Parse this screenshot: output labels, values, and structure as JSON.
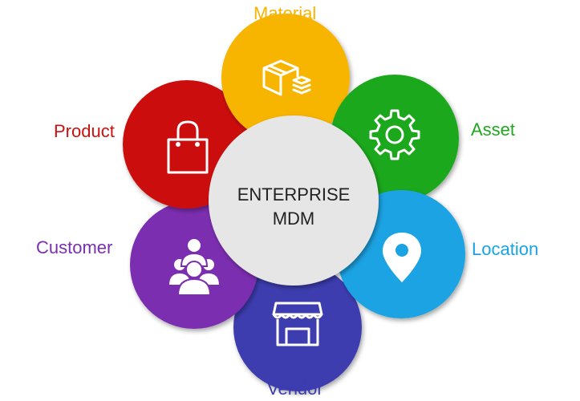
{
  "center": {
    "line1": "ENTERPRISE",
    "line2": "MDM"
  },
  "nodes": [
    {
      "id": "material",
      "label": "Material",
      "color": "#f7b500",
      "icon": "box-with-layers-icon"
    },
    {
      "id": "asset",
      "label": "Asset",
      "color": "#1fa81f",
      "icon": "gear-icon"
    },
    {
      "id": "location",
      "label": "Location",
      "color": "#1aa3e3",
      "icon": "location-pin-icon"
    },
    {
      "id": "vendor",
      "label": "Vendor",
      "color": "#3c3cb0",
      "icon": "storefront-icon"
    },
    {
      "id": "customer",
      "label": "Customer",
      "color": "#7b2fb0",
      "icon": "user-group-icon"
    },
    {
      "id": "product",
      "label": "Product",
      "color": "#cc1111",
      "icon": "shopping-bag-icon"
    }
  ],
  "center_color": "#e6e6e6"
}
